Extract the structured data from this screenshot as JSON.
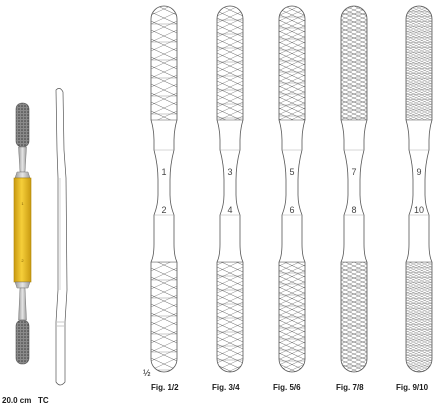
{
  "caption": {
    "length": "20.0 cm",
    "type": "TC"
  },
  "scale_mark": "½",
  "colors": {
    "outline": "#555555",
    "hatch": "#666666",
    "insert_gold": "#e8b81c",
    "insert_gold_dark": "#c99a10",
    "grip_dark": "#6a6a6a",
    "shaft_grey": "#c8c8c8"
  },
  "figures": [
    {
      "label": "Fig. 1/2",
      "top_number": "1",
      "bottom_number": "2",
      "hatch": "coarse"
    },
    {
      "label": "Fig. 3/4",
      "top_number": "3",
      "bottom_number": "4",
      "hatch": "medium-coarse"
    },
    {
      "label": "Fig. 5/6",
      "top_number": "5",
      "bottom_number": "6",
      "hatch": "medium"
    },
    {
      "label": "Fig. 7/8",
      "top_number": "7",
      "bottom_number": "8",
      "hatch": "fine"
    },
    {
      "label": "Fig. 9/10",
      "top_number": "9",
      "bottom_number": "10",
      "hatch": "extra-fine"
    }
  ]
}
